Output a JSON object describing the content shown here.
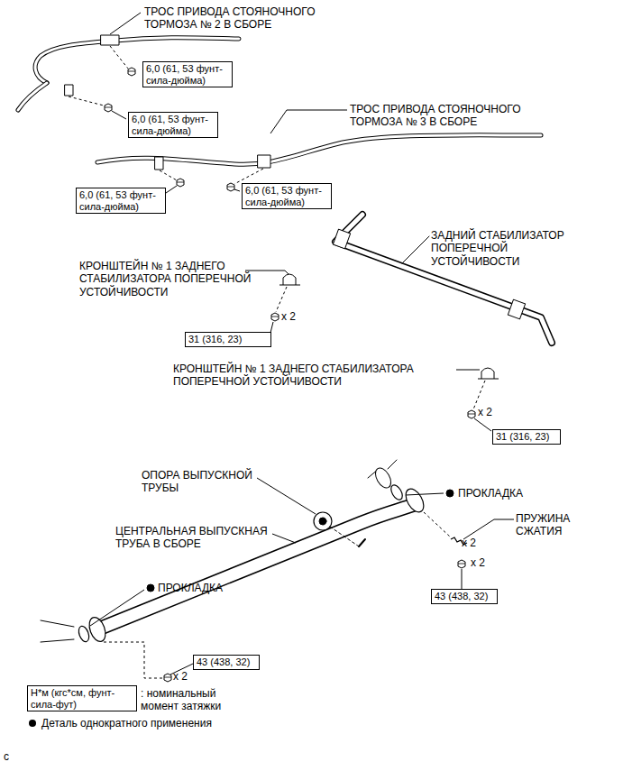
{
  "diagram": {
    "nodes": [
      {
        "text": [
          "6,0 (61, 53 фунт-сила-дюйма)"
        ]
      },
      {
        "text": [
          "6,0 (61, 53 фунт-сила-дюйма)"
        ]
      },
      {
        "text": [
          "6,0 (61, 53 фунт-сила-дюйма)"
        ]
      },
      {
        "text": [
          "6,0 (61, 53 фунт-сила-дюйма)"
        ]
      },
      {
        "text": [
          "31 (316, 23)"
        ]
      },
      {
        "text": [
          "31 (316, 23)"
        ]
      },
      {
        "text": [
          "43 (438, 32)"
        ]
      },
      {
        "text": [
          "43 (438, 32)"
        ]
      },
      {
        "text": [
          "Н*м (кгс*см, фунт-сила-фут)"
        ]
      }
    ],
    "edges": [],
    "labels": [
      "ТРОС ПРИВОДА СТОЯНОЧНОГО ТОРМОЗА № 2 В СБОРЕ",
      "ТРОС ПРИВОДА СТОЯНОЧНОГО ТОРМОЗА № 3 В СБОРЕ",
      "ЗАДНИЙ СТАБИЛИЗАТОР ПОПЕРЕЧНОЙ УСТОЙЧИВОСТИ",
      "КРОНШТЕЙН № 1 ЗАДНЕГО СТАБИЛИЗАТОРА ПОПЕРЕЧНОЙ УСТОЙЧИВОСТИ",
      "x 2",
      "КРОНШТЕЙН № 1 ЗАДНЕГО СТАБИЛИЗАТОРА ПОПЕРЕЧНОЙ УСТОЙЧИВОСТИ",
      "x 2",
      "ОПОРА ВЫПУСКНОЙ ТРУБЫ",
      "ПРОКЛАДКА",
      "ЦЕНТРАЛЬНАЯ ВЫПУСКНАЯ ТРУБА В СБОРЕ",
      "ПРУЖИНА СЖАТИЯ",
      "x 2",
      "x 2",
      "ПРОКЛАДКА",
      "x 2",
      ": номинальный момент затяжки",
      "c"
    ],
    "legend": [
      {
        "text": "Деталь однократного применения"
      }
    ]
  }
}
